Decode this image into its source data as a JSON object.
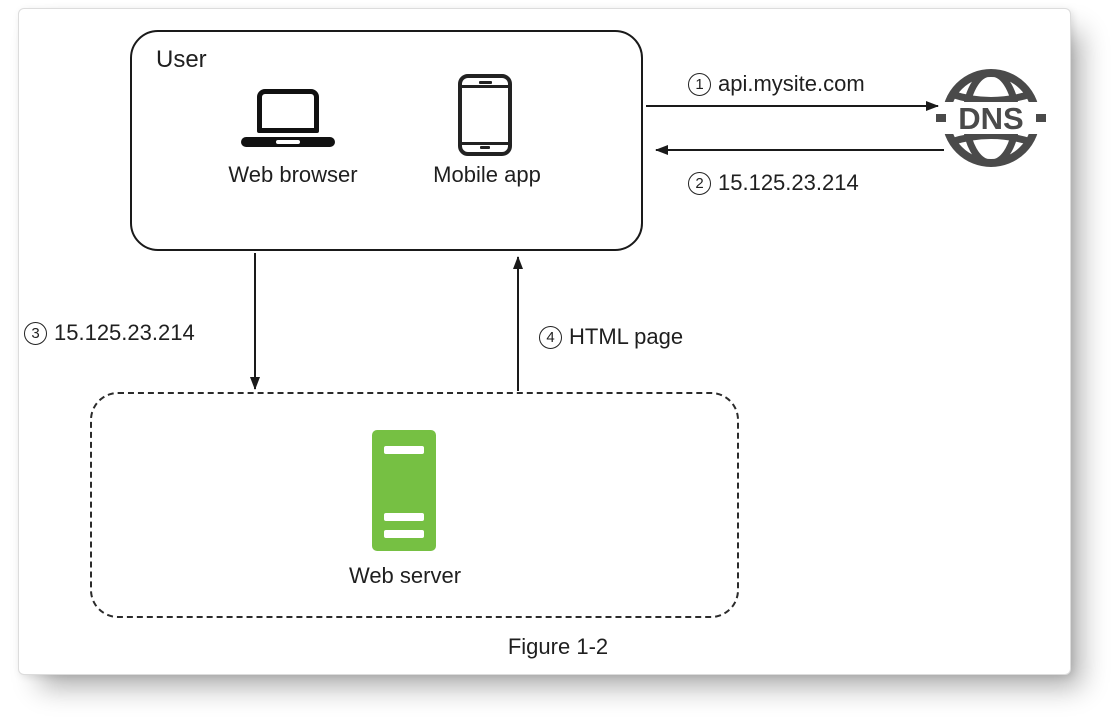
{
  "figure": {
    "caption": "Figure 1-2",
    "user_box": {
      "title": "User",
      "web_browser_label": "Web browser",
      "mobile_app_label": "Mobile app"
    },
    "dns_label": "DNS",
    "server_box": {
      "label": "Web server"
    },
    "steps": [
      {
        "num": "1",
        "label": "api.mysite.com"
      },
      {
        "num": "2",
        "label": "15.125.23.214"
      },
      {
        "num": "3",
        "label": "15.125.23.214"
      },
      {
        "num": "4",
        "label": "HTML page"
      }
    ],
    "colors": {
      "server_green": "#76C043",
      "dns_gray": "#4a4a4a",
      "line_black": "#1a1a1a"
    }
  }
}
